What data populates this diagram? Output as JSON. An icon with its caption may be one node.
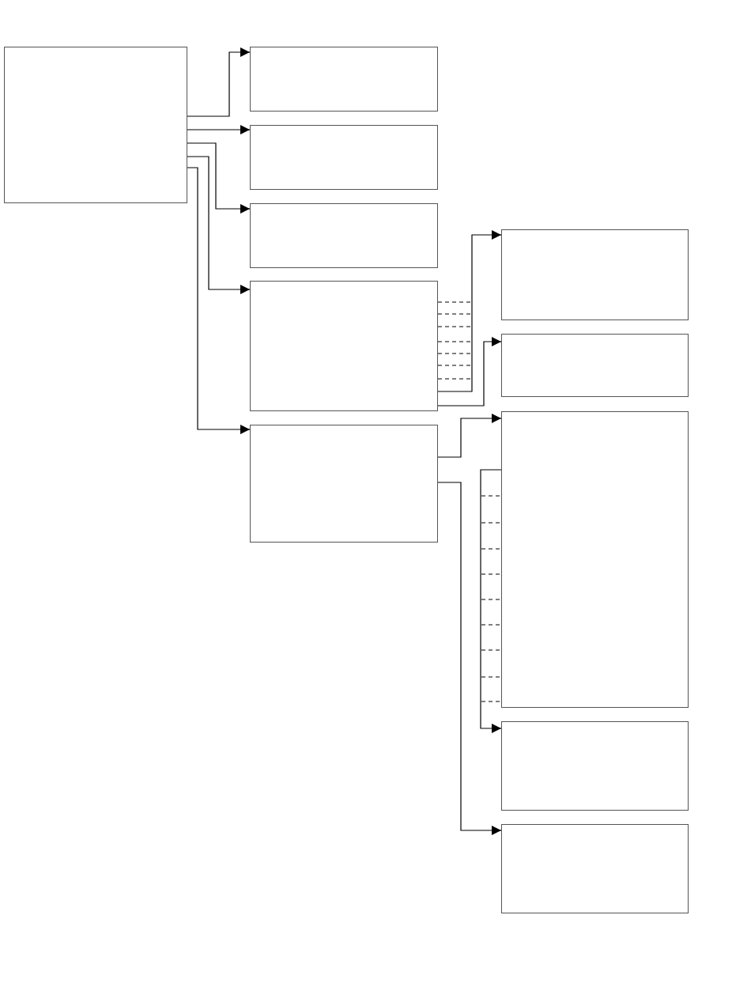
{
  "diagram": {
    "nodes": [
      {
        "text": [],
        "shape": "box"
      },
      {
        "text": [],
        "shape": "box"
      },
      {
        "text": [],
        "shape": "box"
      },
      {
        "text": [],
        "shape": "box"
      },
      {
        "text": [],
        "shape": "box"
      },
      {
        "text": [],
        "shape": "box"
      },
      {
        "text": [],
        "shape": "box"
      },
      {
        "text": [],
        "shape": "box"
      },
      {
        "text": [],
        "shape": "box"
      },
      {
        "text": [],
        "shape": "box"
      },
      {
        "text": [],
        "shape": "box"
      }
    ],
    "edges": [
      {
        "from": 0,
        "to": 1,
        "arrow": "to"
      },
      {
        "from": 0,
        "to": 2,
        "arrow": "to"
      },
      {
        "from": 0,
        "to": 3,
        "arrow": "to"
      },
      {
        "from": 0,
        "to": 4,
        "arrow": "to"
      },
      {
        "from": 0,
        "to": 5,
        "arrow": "to"
      },
      {
        "from": 4,
        "to": 6,
        "arrow": "to"
      },
      {
        "from": 4,
        "to": 7,
        "arrow": "to"
      },
      {
        "from": 5,
        "to": 8,
        "arrow": "to"
      },
      {
        "from": 5,
        "to": 10,
        "arrow": "to"
      },
      {
        "from": 8,
        "to": 9,
        "arrow": "to"
      }
    ]
  }
}
